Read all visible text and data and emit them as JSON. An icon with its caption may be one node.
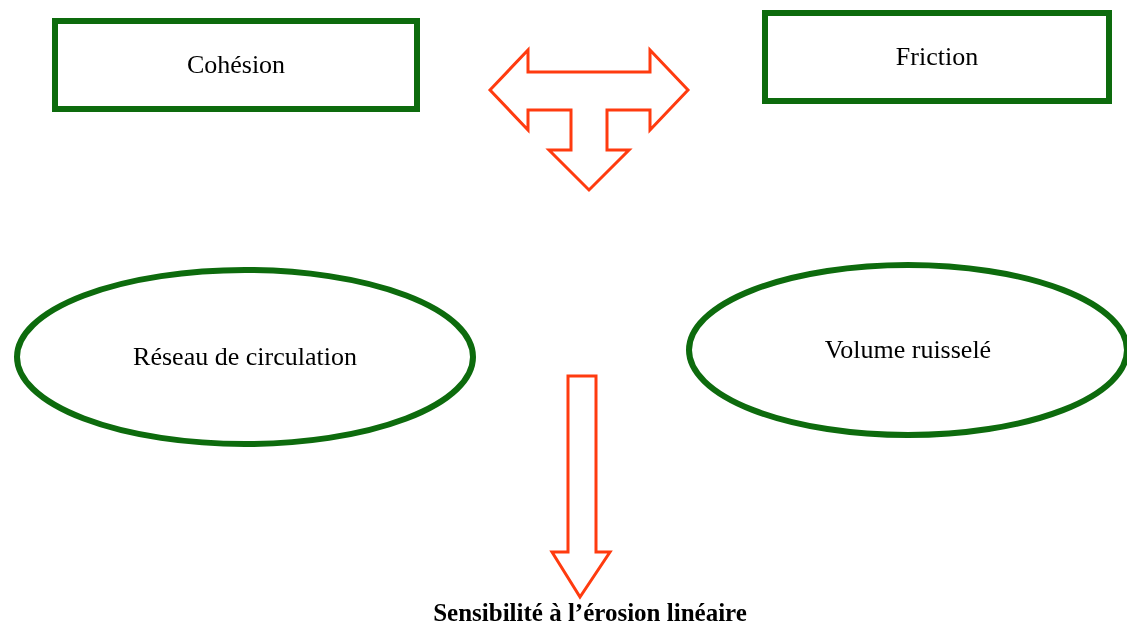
{
  "diagram": {
    "nodes": [
      {
        "text": [
          "Cohésion"
        ]
      },
      {
        "text": [
          "Friction"
        ]
      },
      {
        "text": [
          "Réseau de circulation"
        ]
      },
      {
        "text": [
          "Volume ruisselé"
        ]
      },
      {
        "text": [
          "Sensibilité à l’érosion linéaire"
        ]
      }
    ],
    "edges": [
      {
        "from": 0,
        "to": 1,
        "arrow": "both"
      },
      {
        "from": null,
        "to": 4,
        "arrow": "to"
      }
    ]
  }
}
